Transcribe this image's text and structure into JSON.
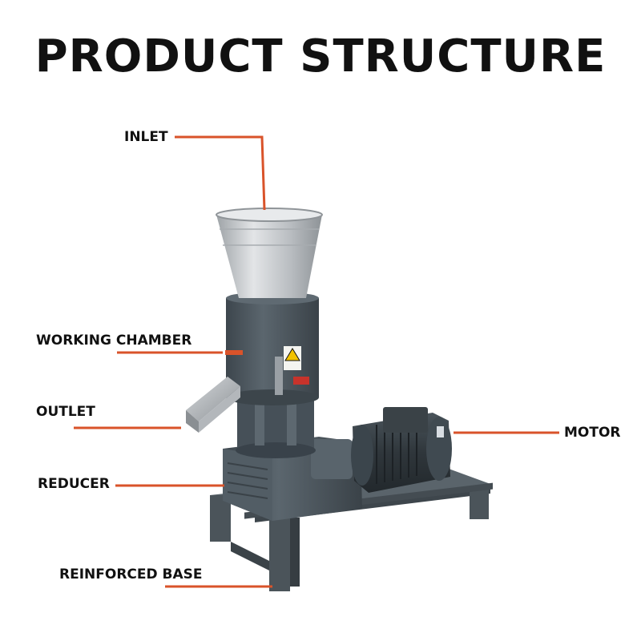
{
  "title": "PRODUCT STRUCTURE",
  "labels": {
    "inlet": "INLET",
    "working_chamber": "WORKING CHAMBER",
    "outlet": "OUTLET",
    "motor": "MOTOR",
    "reducer": "REDUCER",
    "reinforced_base": "REINFORCED BASE"
  },
  "colors": {
    "leader_line": "#d9532a",
    "machine_body": "#4f5a62",
    "hopper": "#c9cccf",
    "warning_label": "#f2c200"
  }
}
